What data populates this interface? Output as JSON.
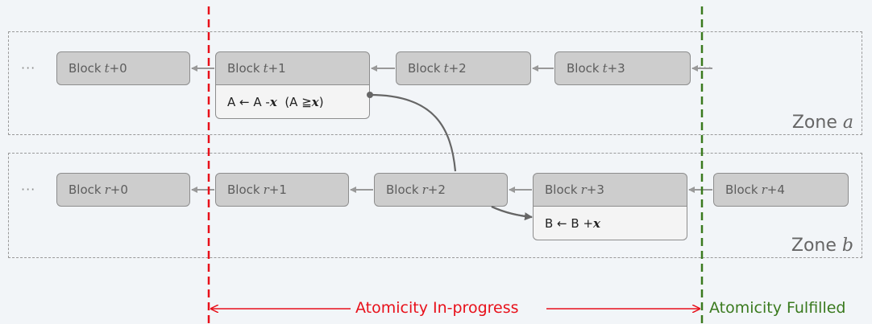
{
  "ellipsis": "···",
  "zone_a": {
    "label": "Zone",
    "var": "a",
    "blocks": [
      {
        "label": "Block",
        "var": "t",
        "suffix": "+0"
      },
      {
        "label": "Block",
        "var": "t",
        "suffix": "+1"
      },
      {
        "label": "Block",
        "var": "t",
        "suffix": "+2"
      },
      {
        "label": "Block",
        "var": "t",
        "suffix": "+3"
      }
    ],
    "tx": {
      "text1": "A ← A - ",
      "var1": "x",
      "text2": "(A ≧ ",
      "var2": "x",
      "text3": ")"
    }
  },
  "zone_b": {
    "label": "Zone",
    "var": "b",
    "blocks": [
      {
        "label": "Block",
        "var": "r",
        "suffix": "+0"
      },
      {
        "label": "Block",
        "var": "r",
        "suffix": "+1"
      },
      {
        "label": "Block",
        "var": "r",
        "suffix": "+2"
      },
      {
        "label": "Block",
        "var": "r",
        "suffix": "+3"
      },
      {
        "label": "Block",
        "var": "r",
        "suffix": "+4"
      }
    ],
    "tx": {
      "text1": "B ← B + ",
      "var1": "x"
    }
  },
  "labels": {
    "in_progress": "Atomicity In-progress",
    "fulfilled": "Atomicity Fulfilled"
  },
  "colors": {
    "in_progress": "#e8101a",
    "fulfilled": "#3a7a1e",
    "block_fill": "#cdcdcd",
    "arrow": "#999999",
    "cross_arrow": "#666666"
  }
}
